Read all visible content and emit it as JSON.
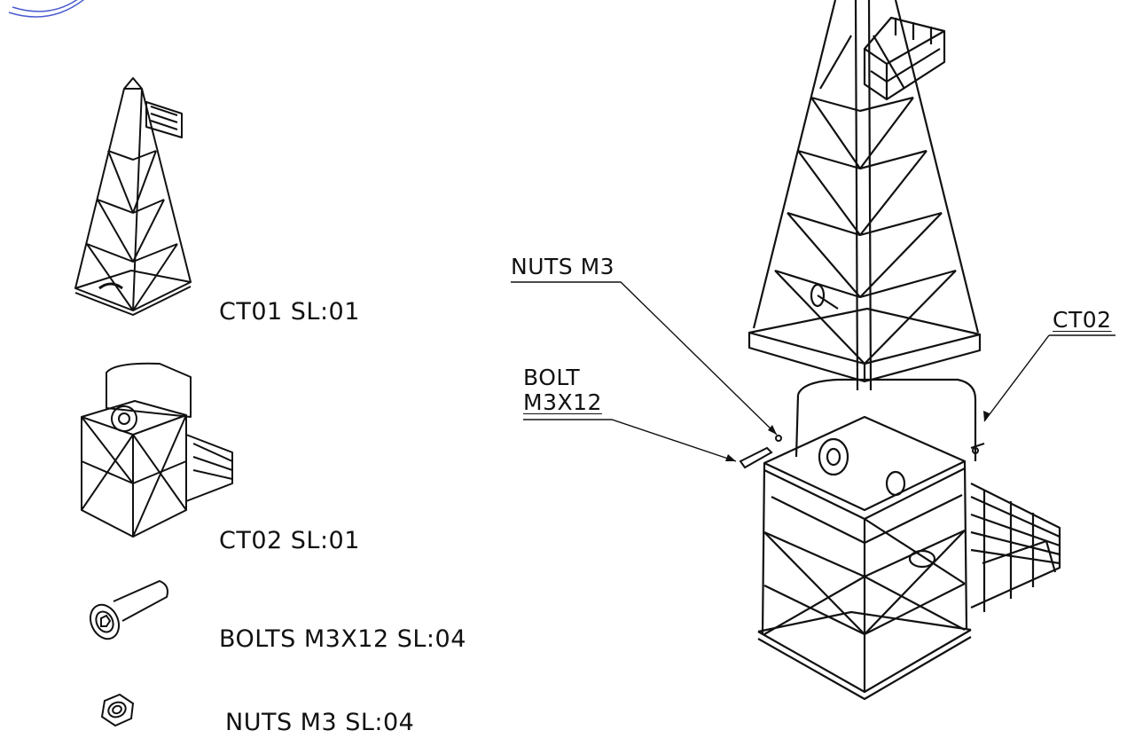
{
  "parts_list": [
    {
      "code": "CT01 SL:01",
      "icon": "tower-top-icon"
    },
    {
      "code": "CT02 SL:01",
      "icon": "tower-base-icon"
    },
    {
      "code": "BOLTS M3X12 SL:04",
      "icon": "bolt-icon"
    },
    {
      "code": "NUTS M3 SL:04",
      "icon": "nut-icon"
    }
  ],
  "callouts": {
    "nuts": "NUTS M3",
    "bolt_line1": "BOLT",
    "bolt_line2": "M3X12",
    "ct02": "CT02"
  },
  "colors": {
    "stamp": "#4a5bd0",
    "line": "#111111"
  }
}
